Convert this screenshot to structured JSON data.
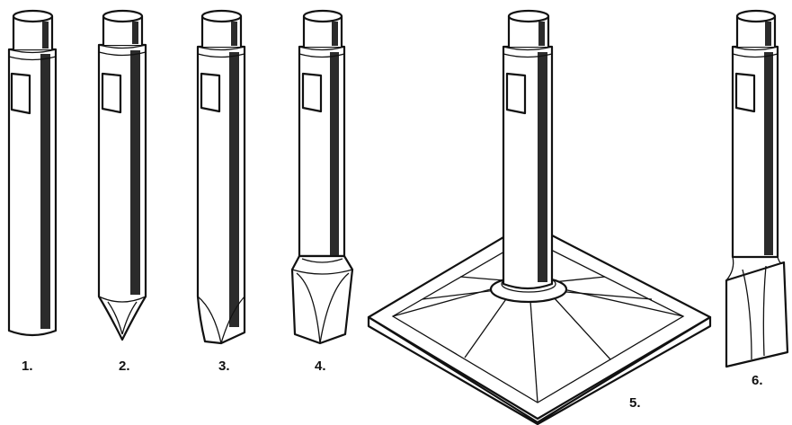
{
  "labels": [
    "1.",
    "2.",
    "3.",
    "4.",
    "5.",
    "6."
  ],
  "colors": {
    "stroke": "#111111",
    "shade": "#2b2b2b",
    "fill": "#ffffff"
  }
}
